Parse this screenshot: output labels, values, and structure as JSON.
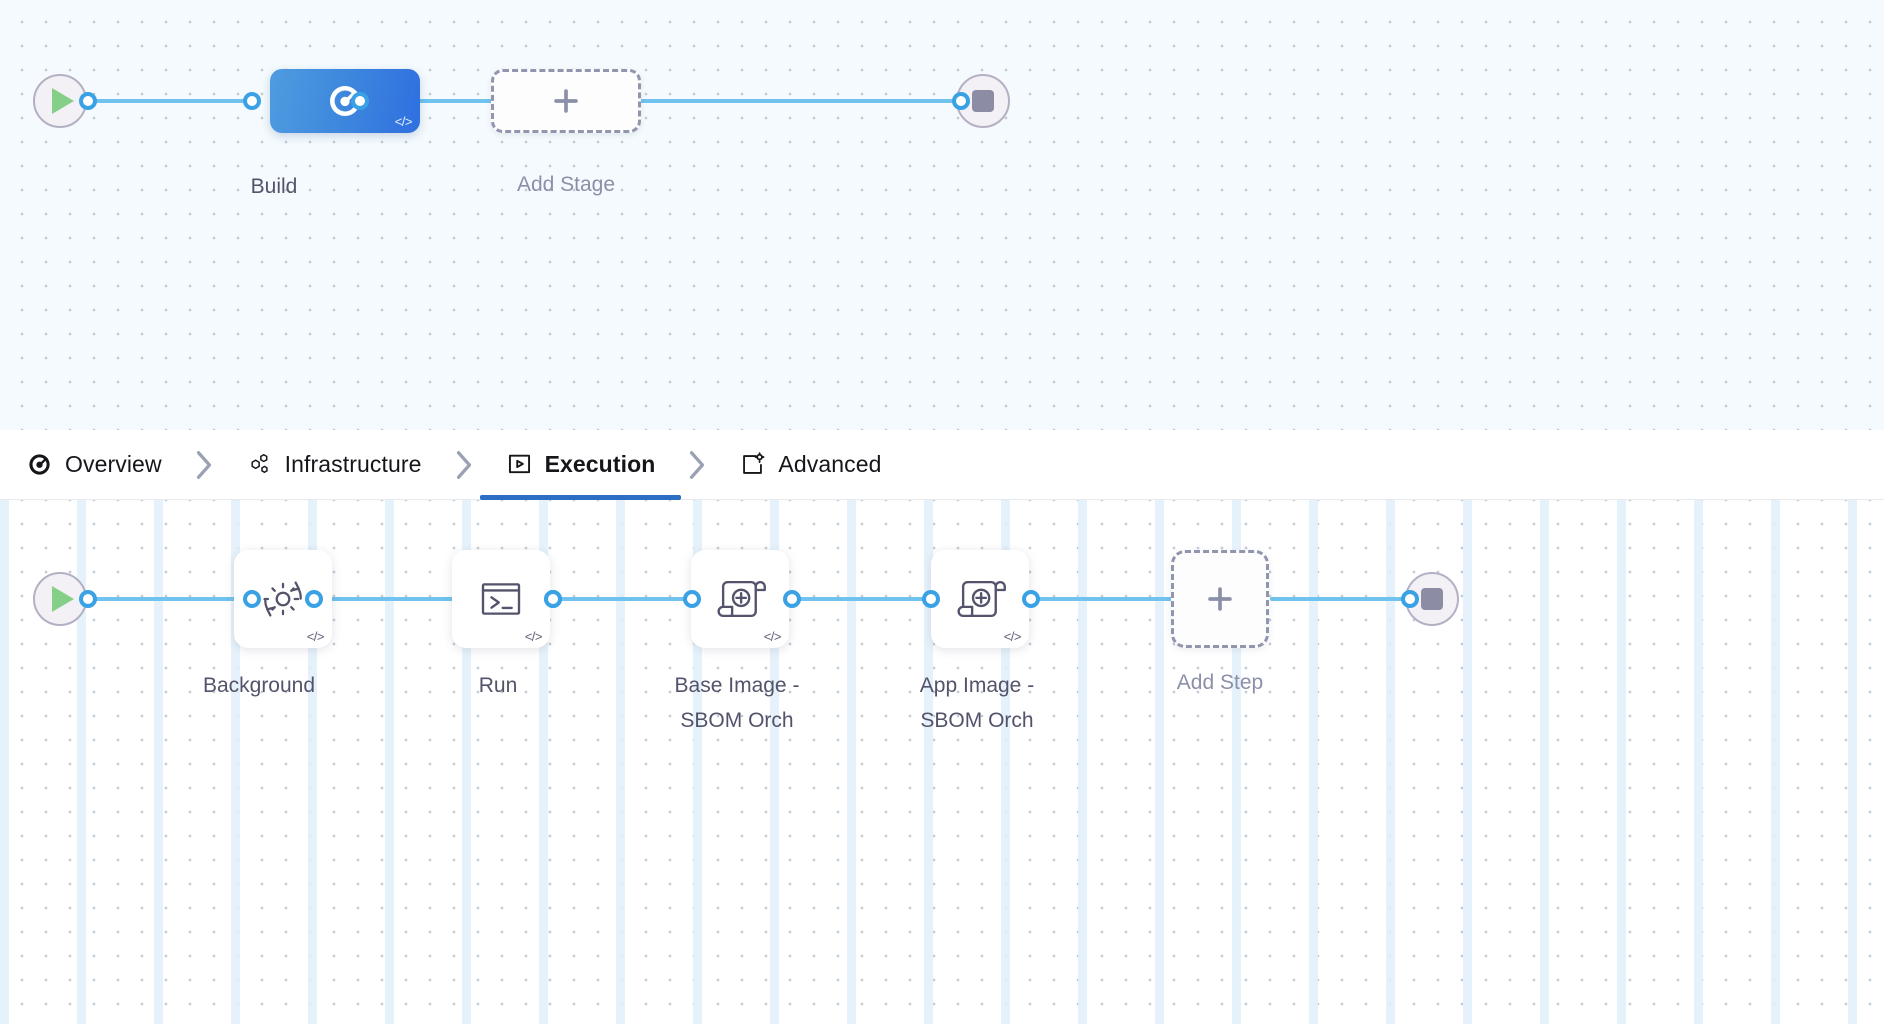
{
  "pipeline": {
    "stage_graph": {
      "start_node": {
        "icon": "play-icon",
        "label": ""
      },
      "end_node": {
        "icon": "stop-icon",
        "label": ""
      },
      "stages": [
        {
          "name": "Build",
          "label": "Build",
          "icon": "build-ci-icon",
          "badge": "</>",
          "selected": true
        }
      ],
      "add_stage": {
        "label": "Add Stage",
        "icon": "plus-icon"
      }
    },
    "step_graph": {
      "start_node": {
        "icon": "play-icon",
        "label": ""
      },
      "end_node": {
        "icon": "stop-icon",
        "label": ""
      },
      "steps": [
        {
          "name": "Background",
          "label": "Background",
          "icon": "gear-refresh-icon",
          "badge": "</>"
        },
        {
          "name": "Run",
          "label": "Run",
          "icon": "terminal-icon",
          "badge": "</>"
        },
        {
          "name": "Base Image - SBOM Orch",
          "label": "Base Image -\nSBOM Orch",
          "icon": "scroll-plus-icon",
          "badge": "</>"
        },
        {
          "name": "App Image - SBOM Orch",
          "label": "App Image -\nSBOM Orch",
          "icon": "scroll-plus-icon",
          "badge": "</>"
        }
      ],
      "add_step": {
        "label": "Add Step",
        "icon": "plus-icon"
      }
    }
  },
  "tabs": {
    "items": [
      {
        "id": "overview",
        "label": "Overview",
        "icon": "build-ci-icon",
        "active": false
      },
      {
        "id": "infrastructure",
        "label": "Infrastructure",
        "icon": "hexagons-icon",
        "active": false
      },
      {
        "id": "execution",
        "label": "Execution",
        "icon": "play-box-icon",
        "active": true
      },
      {
        "id": "advanced",
        "label": "Advanced",
        "icon": "box-gear-icon",
        "active": false
      }
    ],
    "separator_icon": "chevron-right-icon"
  },
  "colors": {
    "accent_blue": "#2c6ec4",
    "edge_blue": "#6fc3ee",
    "port_blue": "#3aa2e4",
    "stage_gradient_from": "#4f9ce0",
    "stage_gradient_to": "#2f6fe0",
    "play_green": "#85d089",
    "stop_gray": "#8c8ca5",
    "label_text": "#53536b",
    "muted_text": "#8b8fa8",
    "stage_canvas_bg": "#f4fafd",
    "step_canvas_bg": "#ffffff"
  }
}
